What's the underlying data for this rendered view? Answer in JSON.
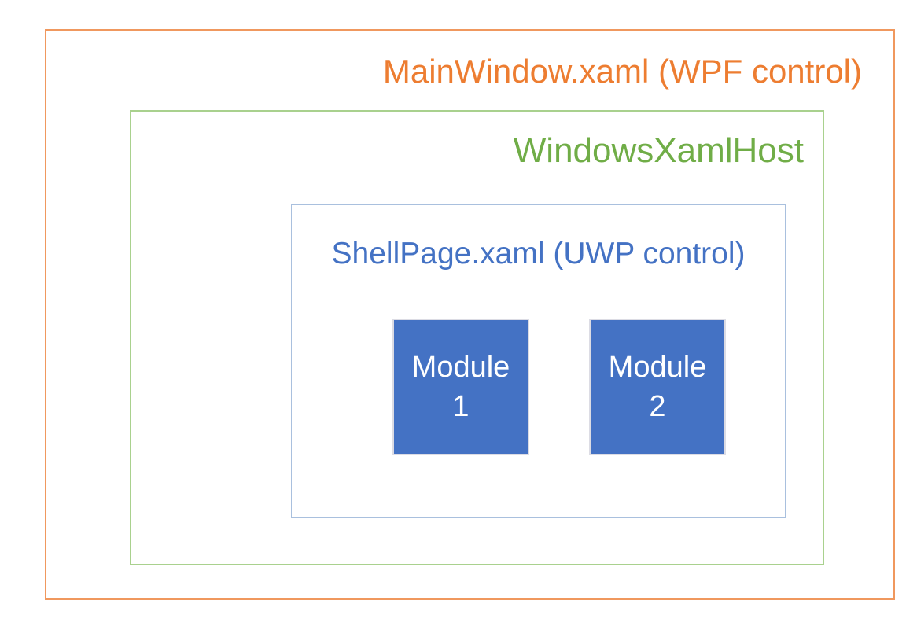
{
  "palette": {
    "background": "#FFFFFF",
    "orange-text": "#ED7D31",
    "orange-border": "#F0985E",
    "green-text": "#70AD47",
    "green-border": "#A9D18E",
    "blue-text": "#4472C4",
    "shell-border": "#A9C0DE",
    "module-fill": "#4472C4",
    "module-border": "#DCDCE4",
    "module-text": "#FFFFFF"
  },
  "diagram": {
    "outer_label": "MainWindow.xaml (WPF control)",
    "host_label": "WindowsXamlHost",
    "shell_label": "ShellPage.xaml (UWP control)",
    "modules": [
      {
        "name": "Module",
        "number": "1"
      },
      {
        "name": "Module",
        "number": "2"
      }
    ]
  }
}
